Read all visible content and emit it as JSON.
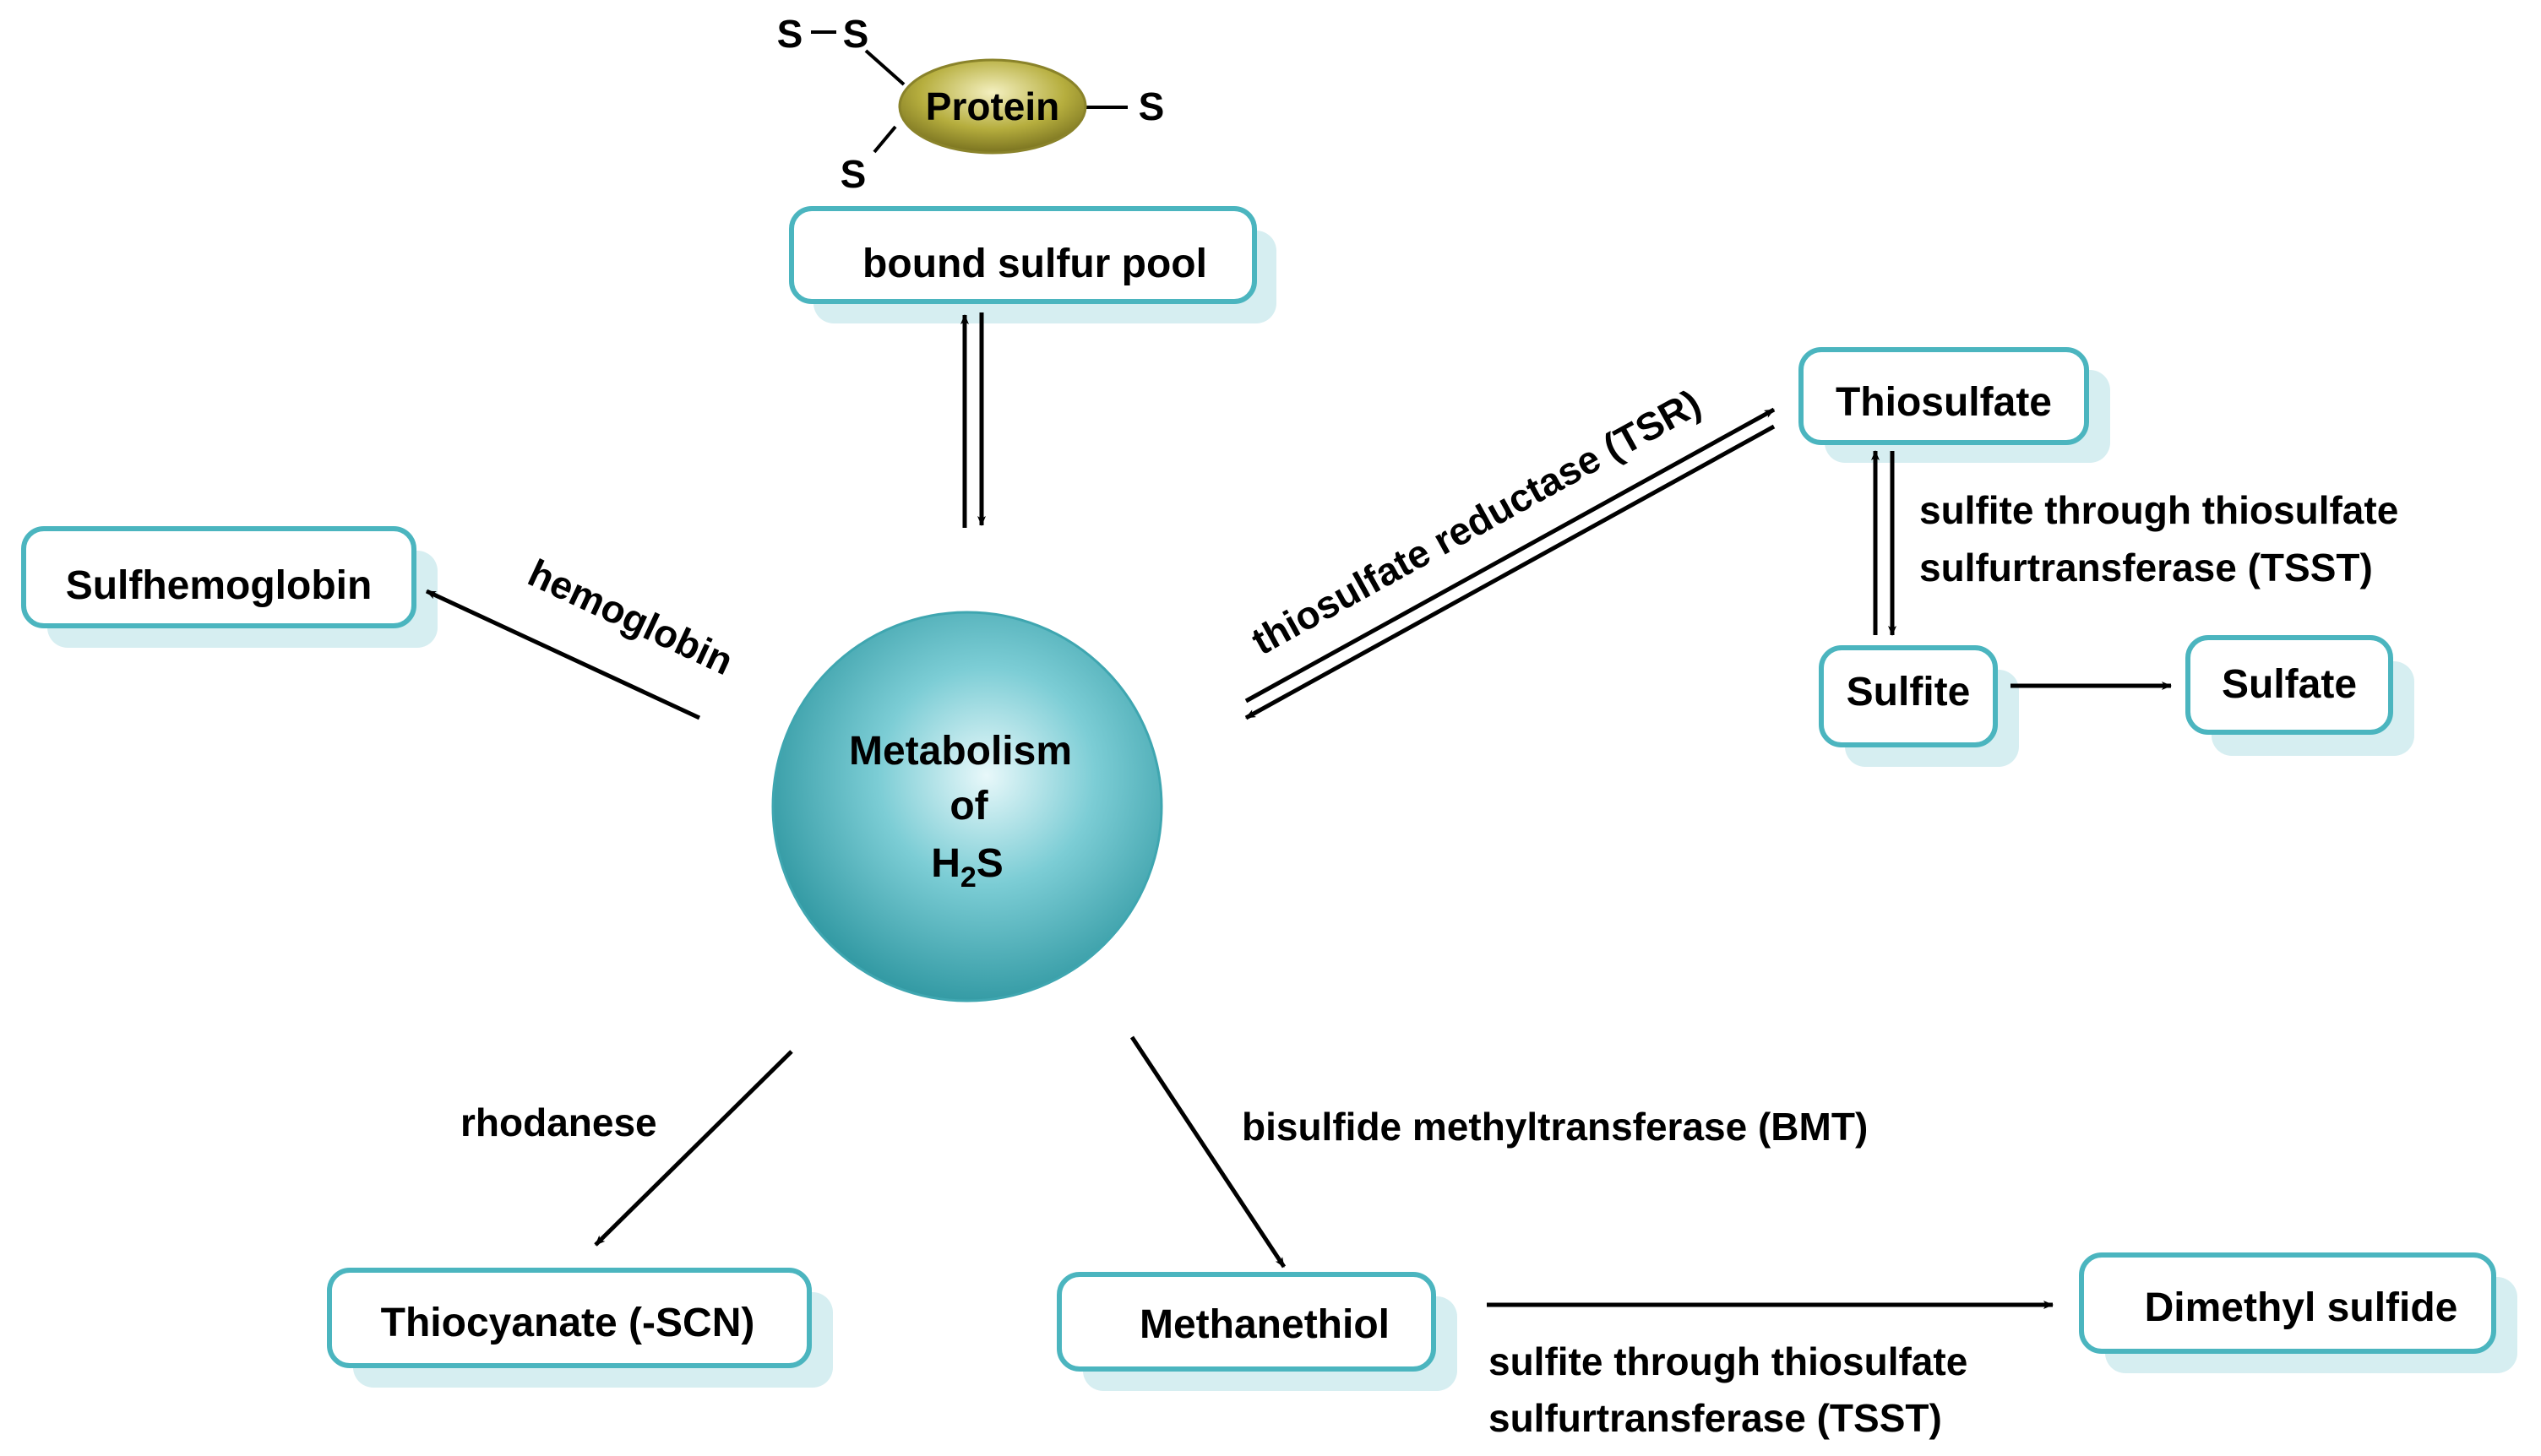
{
  "colors": {
    "box_stroke": "#4BB5BF",
    "box_shadow": "#D6EEF1",
    "sphere_light": "#E8F8FA",
    "sphere_mid": "#7CCDD5",
    "sphere_dark": "#2C959F",
    "protein_fill": "#B6AE3E",
    "arrow": "#000000"
  },
  "center": {
    "line1": "Metabolism",
    "line2": "of",
    "line3_main": "H",
    "line3_sub": "2",
    "line3_end": "S"
  },
  "protein": {
    "label": "Protein",
    "s_top_left": "S",
    "s_top_right": "S",
    "s_right": "S",
    "s_bottom": "S"
  },
  "boxes": {
    "bound_pool": "bound sulfur pool",
    "sulfhemoglobin": "Sulfhemoglobin",
    "thiosulfate": "Thiosulfate",
    "sulfite": "Sulfite",
    "sulfate": "Sulfate",
    "thiocyanate": "Thiocyanate (-SCN)",
    "methanethiol": "Methanethiol",
    "dimethyl_sulfide": "Dimethyl sulfide"
  },
  "labels": {
    "hemoglobin": "hemoglobin",
    "tsr": "thiosulfate reductase (TSR)",
    "tsst_right_1": "sulfite through thiosulfate",
    "tsst_right_2": "sulfurtransferase (TSST)",
    "rhodanese": "rhodanese",
    "bmt": "bisulfide methyltransferase (BMT)",
    "tsst_bottom_1": "sulfite through thiosulfate",
    "tsst_bottom_2": "sulfurtransferase (TSST)"
  }
}
